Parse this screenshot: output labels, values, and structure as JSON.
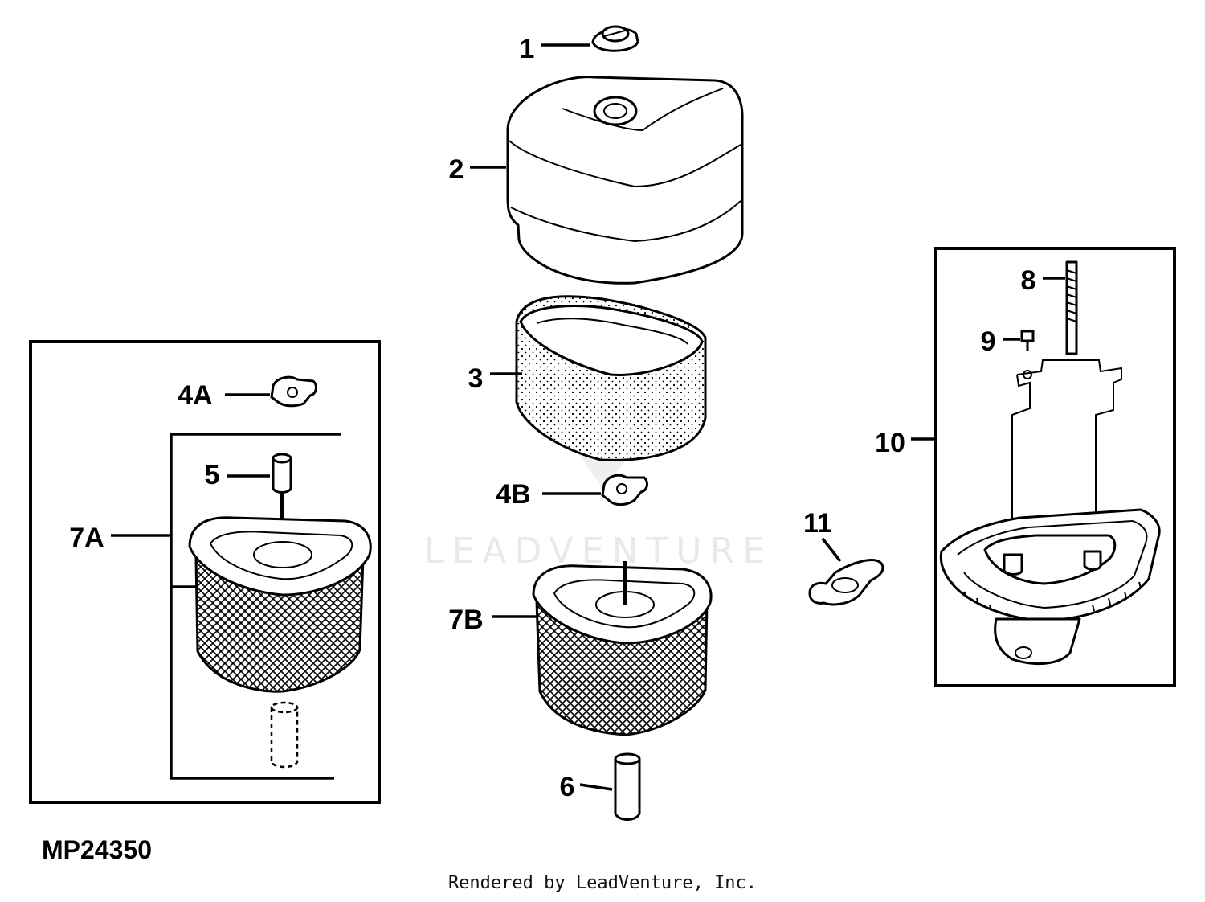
{
  "diagram": {
    "callouts": {
      "c1": "1",
      "c2": "2",
      "c3": "3",
      "c4A": "4A",
      "c4B": "4B",
      "c5": "5",
      "c6": "6",
      "c7A": "7A",
      "c7B": "7B",
      "c8": "8",
      "c9": "9",
      "c10": "10",
      "c11": "11"
    },
    "figure_code": "MP24350",
    "watermark": "LEADVENTURE"
  },
  "footer": {
    "text": "Rendered by LeadVenture, Inc."
  }
}
